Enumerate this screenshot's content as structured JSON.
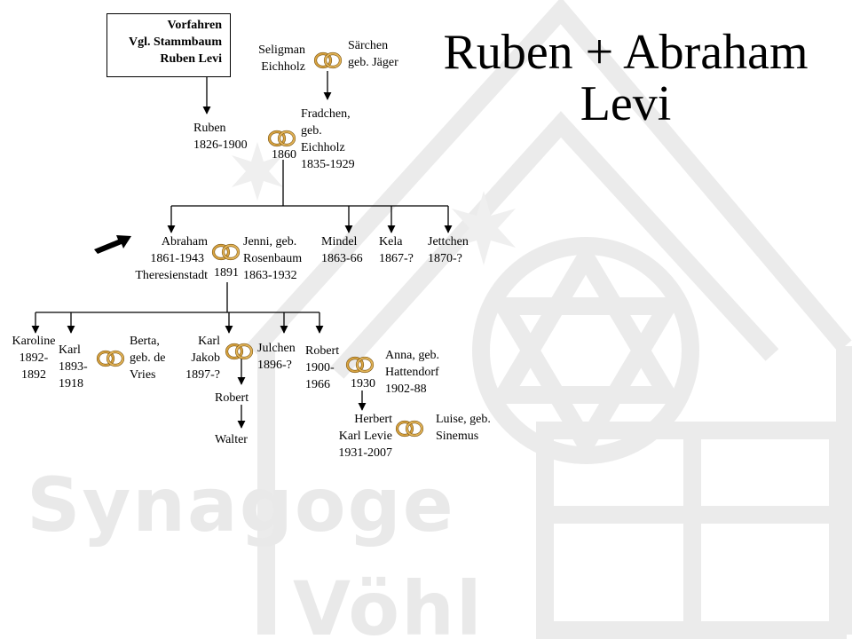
{
  "title": {
    "line1": "Ruben + Abraham",
    "line2": "Levi"
  },
  "watermark": {
    "line1": "Synagoge",
    "line2": "Vöhl"
  },
  "ancestors_box": {
    "line1": "Vorfahren",
    "line2": "Vgl. Stammbaum",
    "line3": "Ruben Levi"
  },
  "gen0": {
    "seligman": {
      "line1": "Seligman",
      "line2": "Eichholz"
    },
    "saerchen": {
      "line1": "Särchen",
      "line2": "geb. Jäger"
    }
  },
  "gen1": {
    "ruben": {
      "line1": "Ruben",
      "line2": "1826-1900"
    },
    "fradchen": {
      "line1": "Fradchen,",
      "line2": "geb.",
      "line3": "Eichholz",
      "line4": "1835-1929"
    },
    "marriage_year": "1860"
  },
  "gen2": {
    "abraham": {
      "line1": "Abraham",
      "line2": "1861-1943",
      "line3": "Theresienstadt"
    },
    "jenni": {
      "line1": "Jenni, geb.",
      "line2": "Rosenbaum",
      "line3": "1863-1932"
    },
    "marriage_year": "1891",
    "mindel": {
      "line1": "Mindel",
      "line2": "1863-66"
    },
    "kela": {
      "line1": "Kela",
      "line2": "1867-?"
    },
    "jettchen": {
      "line1": "Jettchen",
      "line2": "1870-?"
    }
  },
  "gen3": {
    "karoline": {
      "line1": "Karoline",
      "line2": "1892-",
      "line3": "1892"
    },
    "karl": {
      "line1": "Karl",
      "line2": "1893-",
      "line3": "1918"
    },
    "berta": {
      "line1": "Berta,",
      "line2": "geb. de",
      "line3": "Vries"
    },
    "karl_jakob": {
      "line1": "Karl",
      "line2": "Jakob",
      "line3": "1897-?"
    },
    "julchen": {
      "line1": "Julchen",
      "line2": "1896-?"
    },
    "robert": {
      "line1": "Robert",
      "line2": "1900-",
      "line3": "1966"
    },
    "anna": {
      "line1": "Anna, geb.",
      "line2": "Hattendorf",
      "line3": "1902-88"
    },
    "marriage_year_robert": "1930"
  },
  "gen4": {
    "robert_jr": "Robert",
    "walter": "Walter",
    "herbert": {
      "line1": "Herbert",
      "line2": "Karl Levie",
      "line3": "1931-2007"
    },
    "luise": {
      "line1": "Luise, geb.",
      "line2": "Sinemus"
    }
  },
  "colors": {
    "ring": "#c9962e",
    "ring_dark": "#7a5410",
    "watermark": "#e8e8e8",
    "arrow": "#000000"
  }
}
